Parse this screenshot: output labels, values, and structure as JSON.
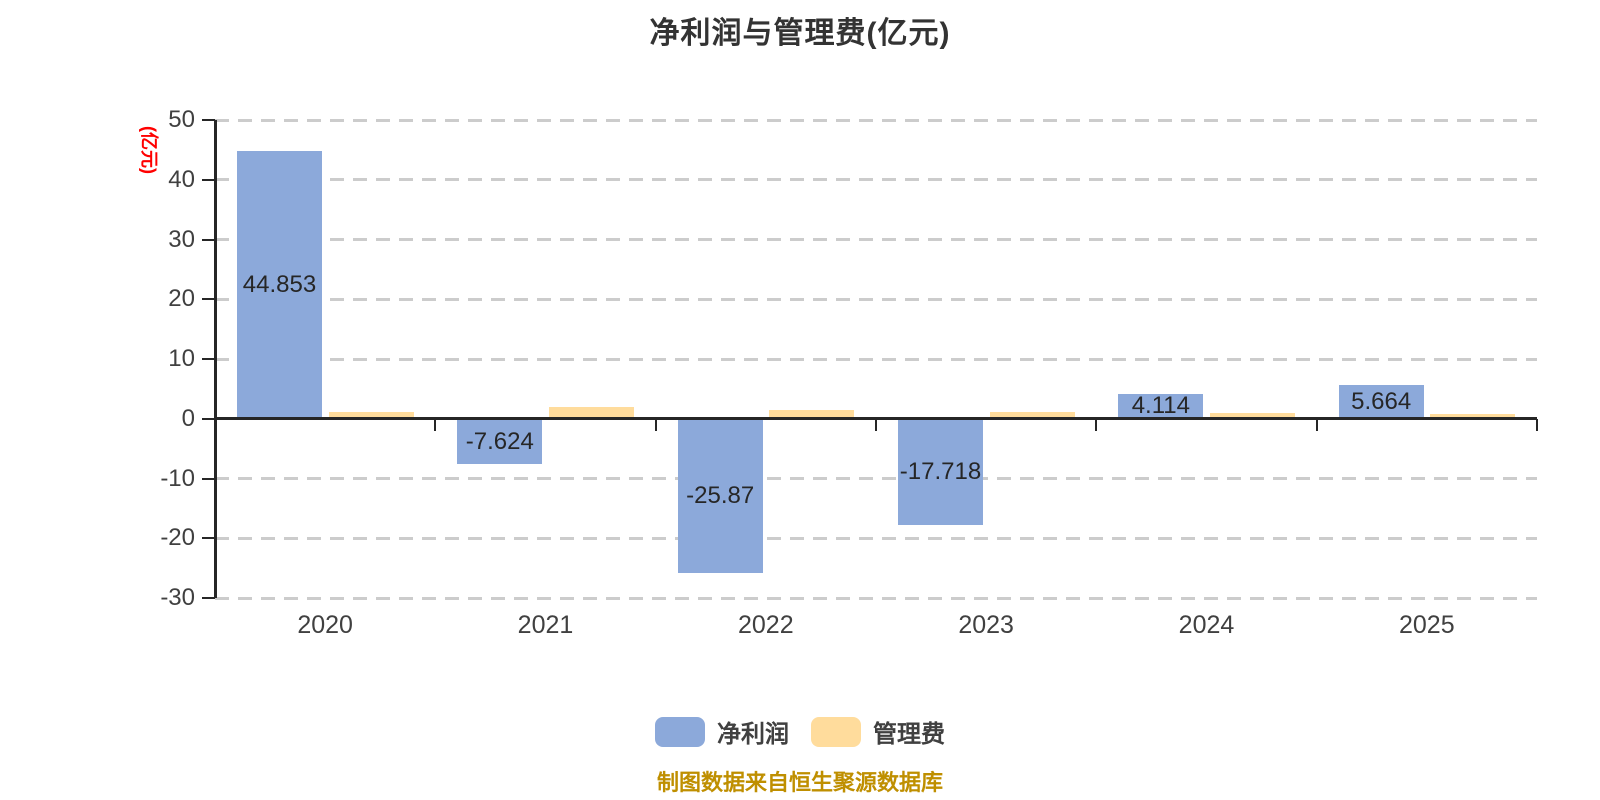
{
  "title": {
    "text": "净利润与管理费(亿元)"
  },
  "y_axis": {
    "name": "(亿元)",
    "name_color": "#ff0000",
    "ticks": [
      50,
      40,
      30,
      20,
      10,
      0,
      -10,
      -20,
      -30
    ]
  },
  "x_axis": {
    "categories": [
      "2020",
      "2021",
      "2022",
      "2023",
      "2024",
      "2025"
    ]
  },
  "chart_data": {
    "type": "bar",
    "title": "净利润与管理费(亿元)",
    "ylabel": "(亿元)",
    "categories": [
      "2020",
      "2021",
      "2022",
      "2023",
      "2024",
      "2025"
    ],
    "series": [
      {
        "id": "net-profit",
        "name": "净利润",
        "color": "#8CA9DA",
        "values": [
          44.853,
          -7.624,
          -25.87,
          -17.718,
          4.114,
          5.664
        ],
        "labels": [
          "44.853",
          "-7.624",
          "-25.87",
          "-17.718",
          "4.114",
          "5.664"
        ]
      },
      {
        "id": "management-fee",
        "name": "管理费",
        "color": "#FFDC9C",
        "values": [
          1.2,
          2.0,
          1.4,
          1.2,
          0.9,
          0.8
        ],
        "labels": [
          "",
          "",
          "",
          "",
          "",
          ""
        ]
      }
    ],
    "ylim": [
      -30,
      50
    ],
    "grid": {
      "horizontal": true,
      "style": "dashed",
      "color": "#cccccc"
    },
    "legend_position": "bottom"
  },
  "legend": {
    "items": [
      {
        "label": "净利润",
        "color": "#8CA9DA"
      },
      {
        "label": "管理费",
        "color": "#FFDC9C"
      }
    ]
  },
  "footer": {
    "source_text": "制图数据来自恒生聚源数据库",
    "color": "#BF8F00"
  },
  "colors": {
    "axis": "#262626",
    "grid": "#cccccc",
    "tick_text": "#404040",
    "value_label": "#262626",
    "title_text": "#333333"
  }
}
